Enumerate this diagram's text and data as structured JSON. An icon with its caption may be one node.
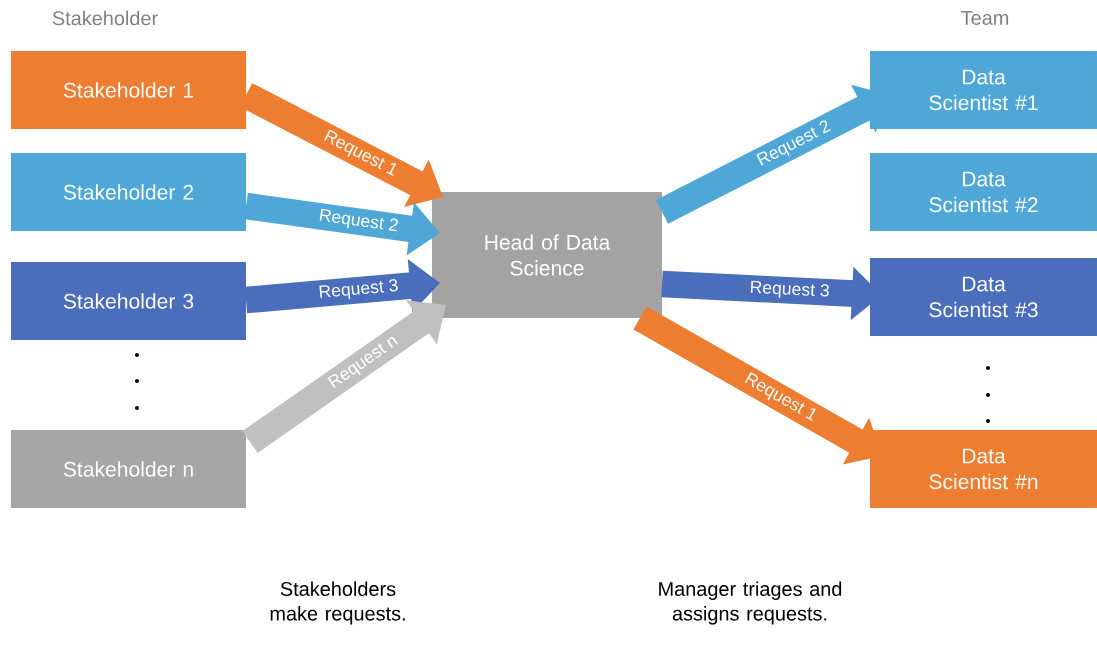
{
  "diagram": {
    "nodes": [
      {
        "text": [
          "Stakeholder 1"
        ]
      },
      {
        "text": [
          "Stakeholder 2"
        ]
      },
      {
        "text": [
          "Stakeholder 3"
        ]
      },
      {
        "text": [
          "Stakeholder n"
        ]
      },
      {
        "text": [
          "Head of Data Science"
        ]
      },
      {
        "text": [
          "Data Scientist #1"
        ]
      },
      {
        "text": [
          "Data Scientist #2"
        ]
      },
      {
        "text": [
          "Data Scientist #3"
        ]
      },
      {
        "text": [
          "Data Scientist #n"
        ]
      }
    ],
    "edges": [
      {
        "from": 0,
        "to": 4,
        "arrow": "to",
        "label": "Request 1",
        "color": "#ed7d31"
      },
      {
        "from": 1,
        "to": 4,
        "arrow": "to",
        "label": "Request 2",
        "color": "#4fa7d7"
      },
      {
        "from": 2,
        "to": 4,
        "arrow": "to",
        "label": "Request 3",
        "color": "#4a6ebc"
      },
      {
        "from": 3,
        "to": 4,
        "arrow": "to",
        "label": "Request n",
        "color": "#c0c0c0"
      },
      {
        "from": 4,
        "to": 5,
        "arrow": "to",
        "label": "Request 2",
        "color": "#4fa7d7"
      },
      {
        "from": 4,
        "to": 7,
        "arrow": "to",
        "label": "Request 3",
        "color": "#4a6ebc"
      },
      {
        "from": 4,
        "to": 8,
        "arrow": "to",
        "label": "Request 1",
        "color": "#ed7d31"
      }
    ],
    "labels": [
      "Stakeholder",
      "Team",
      "Stakeholders make requests.",
      "Manager triages and assigns requests."
    ]
  }
}
